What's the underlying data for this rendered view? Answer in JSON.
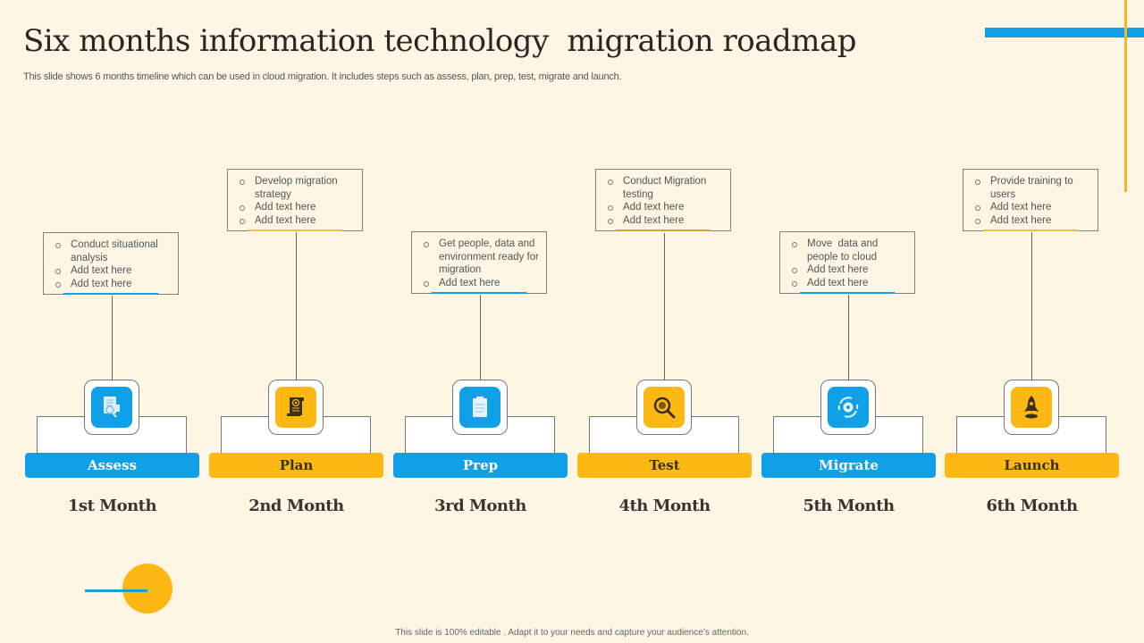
{
  "header": {
    "title": "Six months information technology  migration roadmap",
    "subtitle": "This slide shows 6 months timeline which can be used in cloud migration. It includes steps such as assess, plan, prep, test, migrate and launch."
  },
  "colors": {
    "background": "#fdf6e4",
    "blue": "#0fa0e8",
    "yellow": "#fdb813",
    "dark_text": "#3a3532"
  },
  "stages": [
    {
      "label": "Assess",
      "month": "1st Month",
      "icon": "document-search-icon",
      "color": "blue",
      "bullets": [
        "Conduct situational analysis",
        "Add text here",
        "Add text here"
      ]
    },
    {
      "label": "Plan",
      "month": "2nd Month",
      "icon": "scroll-certificate-icon",
      "color": "yellow",
      "bullets": [
        "Develop migration strategy",
        "Add text here",
        "Add text here"
      ]
    },
    {
      "label": "Prep",
      "month": "3rd Month",
      "icon": "clipboard-icon",
      "color": "blue",
      "bullets": [
        "Get people, data and environment ready for migration",
        "Add text here"
      ]
    },
    {
      "label": "Test",
      "month": "4th Month",
      "icon": "magnifier-icon",
      "color": "yellow",
      "bullets": [
        "Conduct Migration testing",
        "Add text here",
        "Add text here"
      ]
    },
    {
      "label": "Migrate",
      "month": "5th Month",
      "icon": "gear-cycle-icon",
      "color": "blue",
      "bullets": [
        "Move  data and people to cloud",
        "Add text here",
        "Add text here"
      ]
    },
    {
      "label": "Launch",
      "month": "6th Month",
      "icon": "rocket-icon",
      "color": "yellow",
      "bullets": [
        "Provide training to users",
        "Add text here",
        "Add text here"
      ]
    }
  ],
  "footer": {
    "text": "This slide is 100% editable . Adapt it to your needs and capture your audience’s attention."
  }
}
